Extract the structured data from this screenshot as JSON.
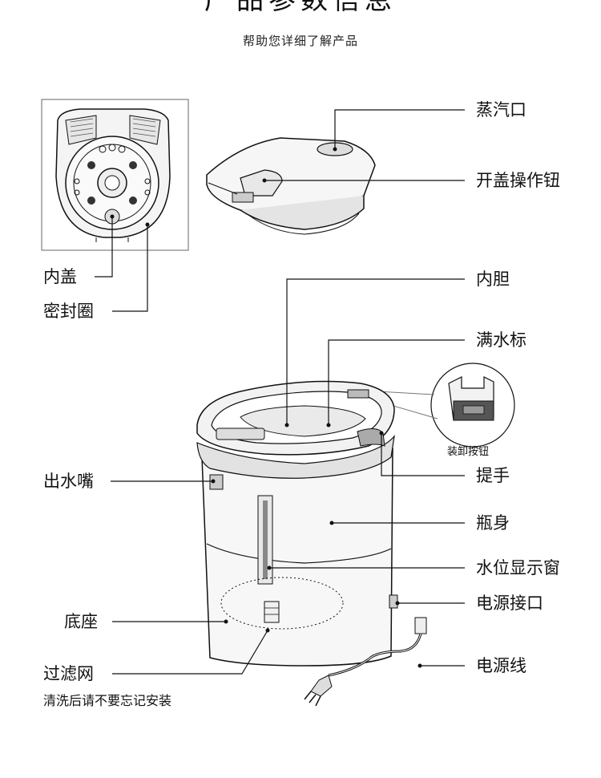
{
  "header": {
    "title": "产品参数信息",
    "subtitle": "帮助您详细了解产品"
  },
  "labels": {
    "steam_vent": "蒸汽口",
    "lid_button": "开盖操作钮",
    "inner_lid": "内盖",
    "seal_ring": "密封圈",
    "inner_pot": "内胆",
    "full_water_mark": "满水标",
    "detach_button": "装卸按钮",
    "spout": "出水嘴",
    "handle": "提手",
    "body": "瓶身",
    "water_window": "水位显示窗",
    "base": "底座",
    "power_port": "电源接口",
    "filter": "过滤网",
    "filter_note": "清洗后请不要忘记安装",
    "power_cord": "电源线"
  },
  "colors": {
    "line": "#111111",
    "panel": "#f4f4f4",
    "body_fill": "#f7f7f7",
    "shade": "#dcdcdc"
  }
}
